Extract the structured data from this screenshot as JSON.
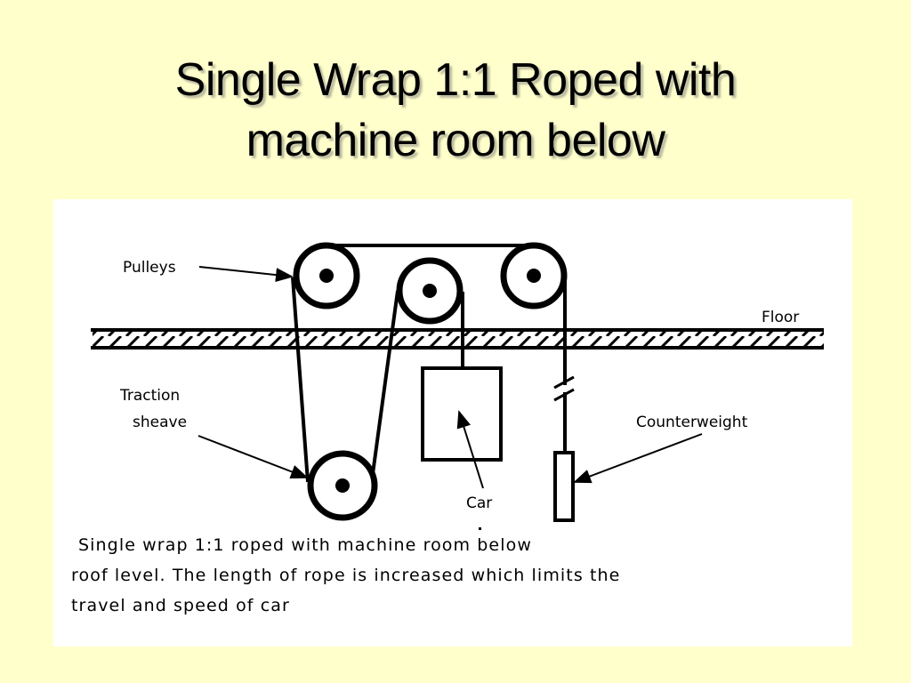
{
  "slide": {
    "title_line1": "Single Wrap 1:1 Roped with",
    "title_line2": "machine room below"
  },
  "diagram": {
    "labels": {
      "pulleys": "Pulleys",
      "floor": "Floor",
      "traction_line1": "Traction",
      "traction_line2": "sheave",
      "counterweight": "Counterweight",
      "car": "Car"
    },
    "caption": {
      "line1": "Single wrap 1:1  roped with  machine room below",
      "line2": "roof level. The length of rope is increased which limits the",
      "line3": "travel and speed of car"
    }
  },
  "colors": {
    "background": "#ffffcc",
    "panel": "#ffffff",
    "ink": "#000000"
  }
}
